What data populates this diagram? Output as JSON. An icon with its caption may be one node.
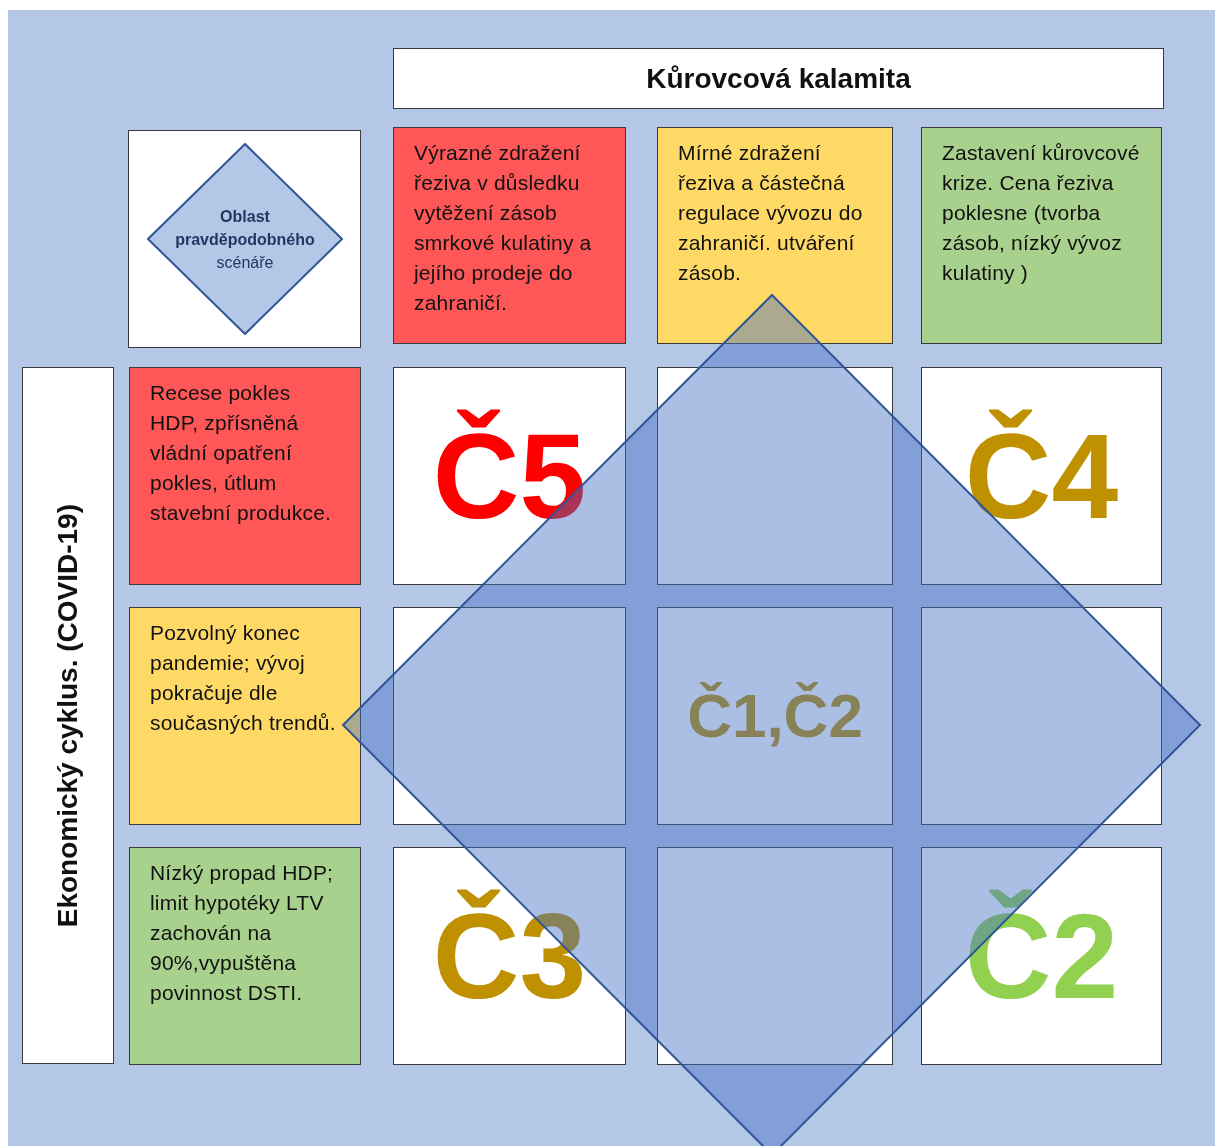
{
  "diagram": {
    "nodes": [
      {
        "text": [
          "Kůrovcová kalamita"
        ]
      },
      {
        "text": [],
        "shape": "box"
      },
      {
        "text": [
          "**Oblast pravděpodobného** scénáře"
        ],
        "in": 1
      },
      {
        "text": [
          "Výrazné zdražení řeziva v důsledku vytěžení zásob smrkové kulatiny a jejího prodeje do zahraničí."
        ]
      },
      {
        "text": [
          "Mírné zdražení řeziva a částečná regulace vývozu do zahraničí. utváření zásob."
        ]
      },
      {
        "text": [
          "Zastavení kůrovcové krize. Cena řeziva poklesne (tvorba zásob, nízký vývoz kulatiny )"
        ]
      },
      {
        "text": [
          "Ekonomický cyklus. (COVID-19)"
        ]
      },
      {
        "text": [
          "Recese pokles HDP, zpřísněná vládní opatření pokles, útlum stavební produkce."
        ]
      },
      {
        "text": [
          "Č5"
        ]
      },
      {
        "text": [],
        "shape": "box"
      },
      {
        "text": [
          "Č4"
        ]
      },
      {
        "text": [
          "Pozvolný konec pandemie; vývoj pokračuje dle současných trendů."
        ]
      },
      {
        "text": [],
        "shape": "box"
      },
      {
        "text": [
          "Č1,Č2"
        ]
      },
      {
        "text": [],
        "shape": "box"
      },
      {
        "text": [
          "Nízký propad HDP; limit hypotéky LTV zachován na 90%,vypuštěna povinnost DSTI."
        ]
      },
      {
        "text": [
          "Č3"
        ]
      },
      {
        "text": [],
        "shape": "box"
      },
      {
        "text": [
          "Č2"
        ]
      }
    ]
  }
}
